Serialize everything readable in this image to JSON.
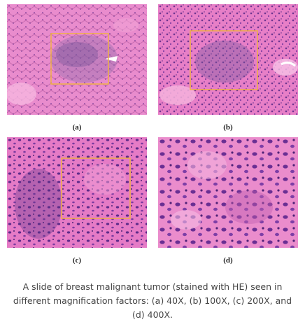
{
  "figure": {
    "panels": [
      {
        "label": "(a)",
        "has_roi_box": true,
        "roi_color": "#f0b43c"
      },
      {
        "label": "(b)",
        "has_roi_box": true,
        "roi_color": "#f0b43c"
      },
      {
        "label": "(c)",
        "has_roi_box": true,
        "roi_color": "#f0b43c"
      },
      {
        "label": "(d)",
        "has_roi_box": false
      }
    ],
    "caption": "A slide of breast malignant tumor (stained with HE) seen in different magnification factors:  (a) 40X, (b) 100X, (c) 200X, and (d) 400X.",
    "colors": {
      "stroma": "#e67ac3",
      "nuclei": "#5a2a86",
      "background": "#ffffff"
    }
  }
}
